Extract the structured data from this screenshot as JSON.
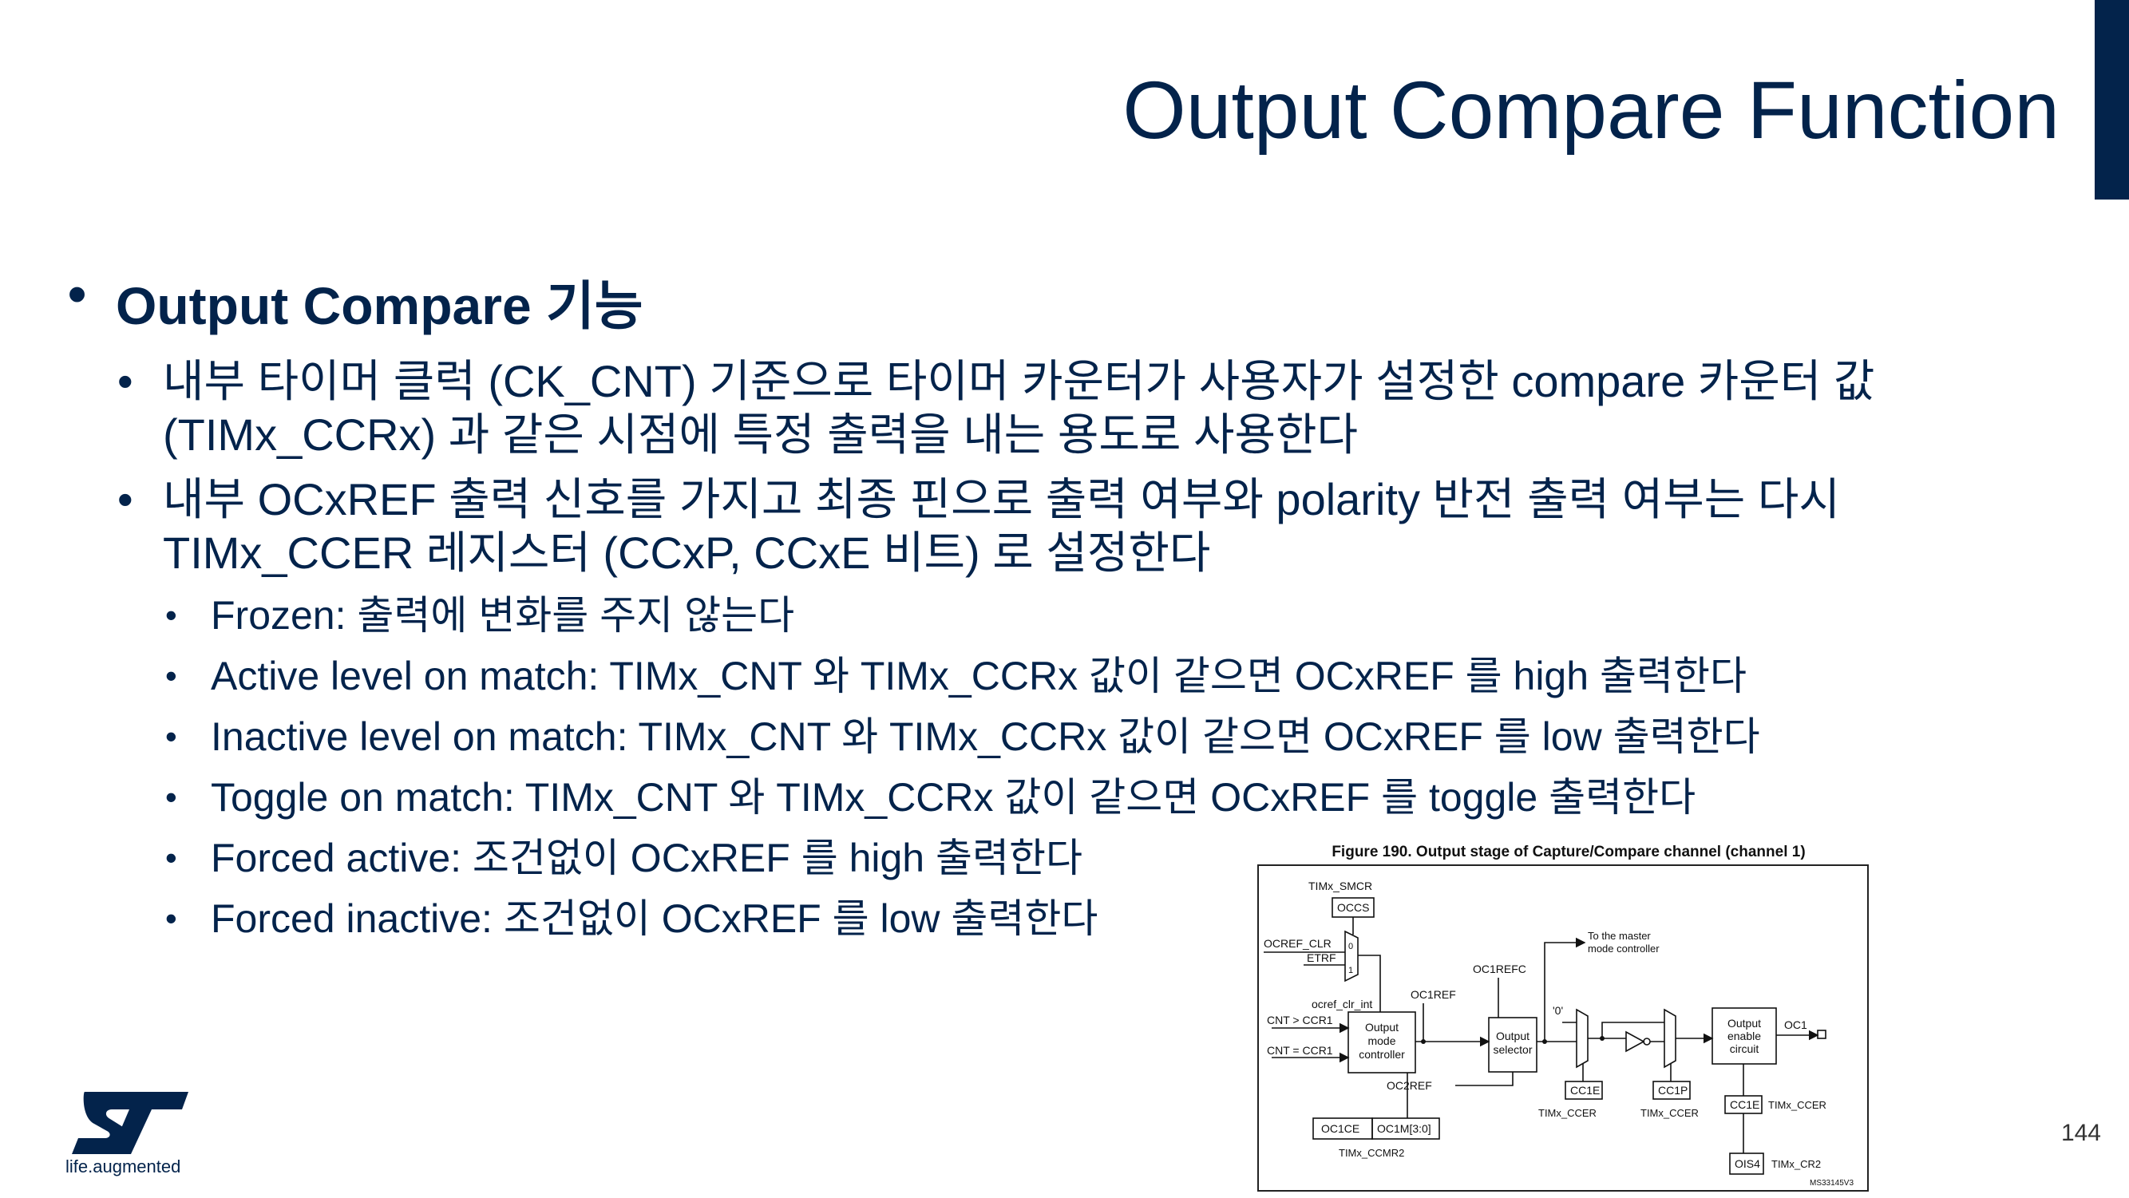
{
  "slide": {
    "title": "Output Compare Function",
    "page_number": "144",
    "logo_tagline": "life.augmented",
    "colors": {
      "primary": "#03234b",
      "accent_bar": "#03234b",
      "background": "#ffffff"
    }
  },
  "bullets": {
    "heading": "Output Compare 기능",
    "items": [
      "내부 타이머 클럭 (CK_CNT) 기준으로 타이머 카운터가 사용자가 설정한 compare 카운터 값(TIMx_CCRx) 과 같은 시점에 특정 출력을 내는 용도로 사용한다",
      "내부 OCxREF 출력 신호를 가지고 최종 핀으로 출력 여부와 polarity 반전 출력 여부는 다시 TIMx_CCER 레지스터 (CCxP, CCxE 비트) 로 설정한다"
    ],
    "modes": [
      "Frozen: 출력에 변화를 주지 않는다",
      "Active level on match: TIMx_CNT 와 TIMx_CCRx 값이 같으면 OCxREF 를 high 출력한다",
      "Inactive level on match: TIMx_CNT 와 TIMx_CCRx 값이 같으면 OCxREF 를 low 출력한다",
      "Toggle on match: TIMx_CNT 와 TIMx_CCRx 값이 같으면 OCxREF 를 toggle 출력한다",
      "Forced active: 조건없이 OCxREF 를 high 출력한다",
      "Forced inactive: 조건없이 OCxREF 를 low 출력한다"
    ]
  },
  "figure": {
    "caption": "Figure 190. Output stage of Capture/Compare channel (channel 1)",
    "labels": {
      "timx_smcr": "TIMx_SMCR",
      "occs": "OCCS",
      "ocref_clr": "OCREF_CLR",
      "etrf": "ETRF",
      "ocref_clr_int": "ocref_clr_int",
      "oc1ref": "OC1REF",
      "oc1refc": "OC1REFC",
      "to_master_1": "To the master",
      "to_master_2": "mode controller",
      "cnt_gt": "CNT > CCR1",
      "cnt_eq": "CNT = CCR1",
      "omc_1": "Output",
      "omc_2": "mode",
      "omc_3": "controller",
      "os_1": "Output",
      "os_2": "selector",
      "zero_q": "'0'",
      "oec_1": "Output",
      "oec_2": "enable",
      "oec_3": "circuit",
      "oc1": "OC1",
      "oc2ref": "OC2REF",
      "cc1e": "CC1E",
      "cc1p": "CC1P",
      "cc1e_b": "CC1E",
      "timx_ccer": "TIMx_CCER",
      "timx_ccer2": "TIMx_CCER",
      "timx_ccer3": "TIMx_CCER",
      "oc1ce": "OC1CE",
      "oc1m": "OC1M[3:0]",
      "timx_ccmr2": "TIMx_CCMR2",
      "ois1": "OIS4",
      "timx_cr2": "TIMx_CR2",
      "ms_id": "MS33145V3",
      "mux_0": "0",
      "mux_1": "1"
    }
  }
}
